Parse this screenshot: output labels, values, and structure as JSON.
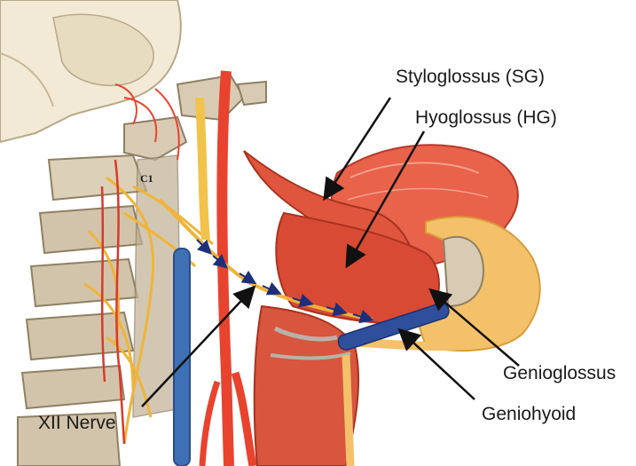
{
  "labels": {
    "styloglossus": "Styloglossus (SG)",
    "hyoglossus": "Hyoglossus (HG)",
    "c1": "C1",
    "genioglossus": "Genioglossus",
    "geniohyoid": "Geniohyoid",
    "xii_nerve": "XII Nerve"
  },
  "colors": {
    "muscle": "#e0553d",
    "muscle_dark": "#b8382a",
    "bone": "#d9cbb3",
    "nerve": "#f2b43a",
    "artery": "#e8432e",
    "vein": "#3f6fb5",
    "geniohyoid_marker": "#2f4f9c",
    "arrow": "#111111",
    "skin": "#f3c16a"
  }
}
